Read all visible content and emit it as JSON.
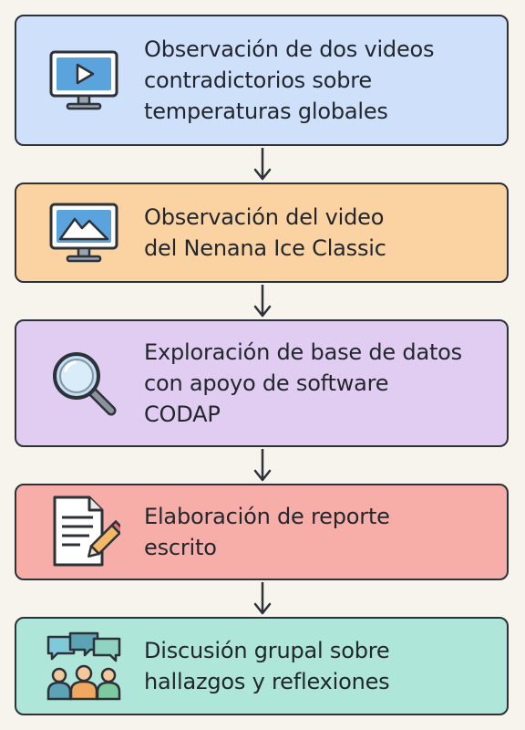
{
  "steps": [
    {
      "id": "videos-contradictorios",
      "icon": "video-play-icon",
      "color": "#cfe0fb",
      "lines": [
        "Observación de dos videos",
        "contradictorios sobre",
        "temperaturas globales"
      ]
    },
    {
      "id": "nenana-ice-classic",
      "icon": "landscape-monitor-icon",
      "color": "#fbd3a2",
      "lines": [
        "Observación del video",
        "del Nenana Ice Classic"
      ]
    },
    {
      "id": "exploracion-datos",
      "icon": "magnifier-icon",
      "color": "#e1cdf2",
      "lines": [
        "Exploración de base de datos",
        "con apoyo de software",
        "CODAP"
      ]
    },
    {
      "id": "reporte-escrito",
      "icon": "document-pencil-icon",
      "color": "#f8aea8",
      "lines": [
        "Elaboración de reporte",
        "escrito"
      ]
    },
    {
      "id": "discusion-grupal",
      "icon": "group-discussion-icon",
      "color": "#aee7d9",
      "lines": [
        "Discusión grupal sobre",
        "hallazgos y reflexiones"
      ]
    }
  ]
}
